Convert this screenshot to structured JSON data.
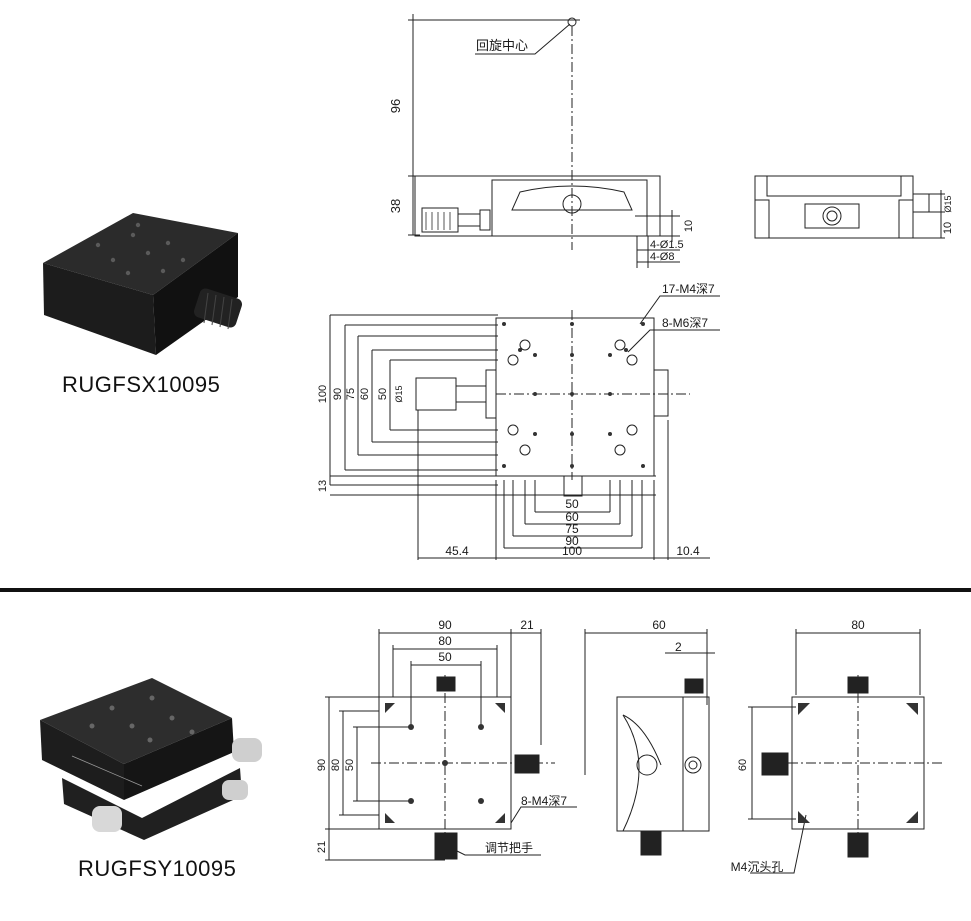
{
  "top": {
    "model": "RUGFSX10095",
    "rotation_center": "回旋中心",
    "side_dims": {
      "height_total": "96",
      "height_body": "38",
      "knob_h": "10",
      "bore1": "4-Ø1.5",
      "bore2": "4-Ø8"
    },
    "end_dims": {
      "d15": "Ø15",
      "h10": "10"
    },
    "plan_callouts": {
      "holes_m4": "17-M4深7",
      "holes_m6": "8-M6深7"
    },
    "plan_vertical": [
      "100",
      "90",
      "75",
      "60",
      "50",
      "Ø15",
      "13"
    ],
    "plan_horizontal": [
      "50",
      "60",
      "75",
      "90",
      "100",
      "45.4",
      "10.4"
    ]
  },
  "bottom": {
    "model": "RUGFSY10095",
    "plan_top_dims": [
      "90",
      "80",
      "50",
      "21"
    ],
    "plan_left_dims": [
      "90",
      "80",
      "50",
      "21"
    ],
    "callouts": {
      "holes": "8-M4深7",
      "handle": "调节把手"
    },
    "side_dims": {
      "width": "60",
      "gap": "2"
    },
    "bottom_view_dims": {
      "width": "80",
      "height": "60",
      "holes": "4-M4沉头孔"
    }
  }
}
